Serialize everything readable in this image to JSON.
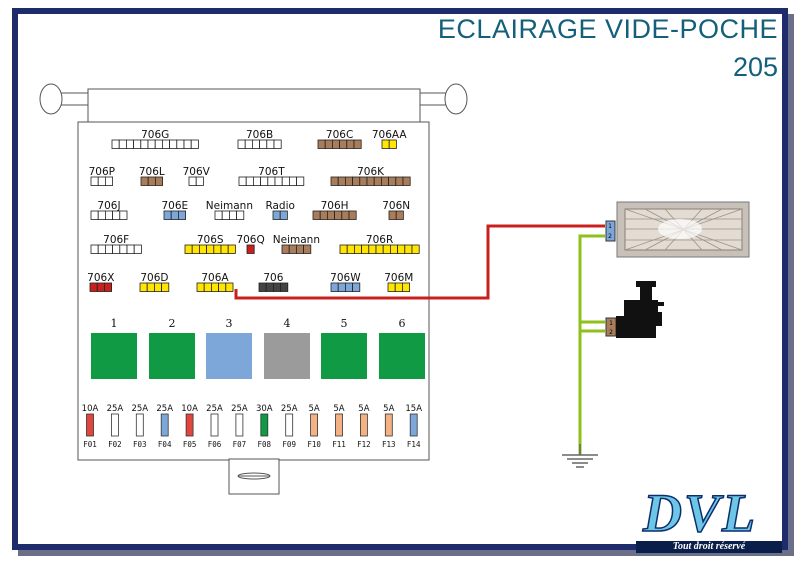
{
  "title": {
    "line1": "ECLAIRAGE VIDE-POCHE",
    "line2": "205"
  },
  "colors": {
    "frame": "#1f2c6b",
    "title": "#14607a",
    "wire_red": "#c8201c",
    "wire_green": "#8ec21b",
    "relay_green": "#0f9a43",
    "relay_blue": "#7da7d9",
    "relay_gray": "#9b9b9b"
  },
  "connectors": [
    {
      "label": "706G",
      "color": "#ffffff",
      "pins": 12
    },
    {
      "label": "706B",
      "color": "#ffffff",
      "pins": 6
    },
    {
      "label": "706C",
      "color": "#a97c5a",
      "pins": 6
    },
    {
      "label": "706AA",
      "color": "#ffe500",
      "pins": 2
    },
    {
      "label": "706P",
      "color": "#ffffff",
      "pins": 3
    },
    {
      "label": "706L",
      "color": "#a97c5a",
      "pins": 3
    },
    {
      "label": "706V",
      "color": "#ffffff",
      "pins": 2
    },
    {
      "label": "706T",
      "color": "#ffffff",
      "pins": 9
    },
    {
      "label": "706K",
      "color": "#a97c5a",
      "pins": 11
    },
    {
      "label": "706J",
      "color": "#ffffff",
      "pins": 5
    },
    {
      "label": "706E",
      "color": "#7da7d9",
      "pins": 3
    },
    {
      "label": "Neimann",
      "color": "#ffffff",
      "pins": 4
    },
    {
      "label": "Radio",
      "color": "#7da7d9",
      "pins": 2
    },
    {
      "label": "706H",
      "color": "#a97c5a",
      "pins": 6
    },
    {
      "label": "706N",
      "color": "#a97c5a",
      "pins": 2
    },
    {
      "label": "706F",
      "color": "#ffffff",
      "pins": 7
    },
    {
      "label": "706S",
      "color": "#ffe500",
      "pins": 7
    },
    {
      "label": "706Q",
      "color": "#c8201c",
      "pins": 1
    },
    {
      "label": "Neimann",
      "color": "#a97c5a",
      "pins": 4
    },
    {
      "label": "706R",
      "color": "#ffe500",
      "pins": 11
    },
    {
      "label": "706X",
      "color": "#c8201c",
      "pins": 3
    },
    {
      "label": "706D",
      "color": "#ffe500",
      "pins": 4
    },
    {
      "label": "706A",
      "color": "#ffe500",
      "pins": 5
    },
    {
      "label": "706",
      "color": "#444444",
      "pins": 4
    },
    {
      "label": "706W",
      "color": "#7da7d9",
      "pins": 4
    },
    {
      "label": "706M",
      "color": "#ffe500",
      "pins": 3
    }
  ],
  "relays": [
    {
      "label": "1",
      "color": "#0f9a43"
    },
    {
      "label": "2",
      "color": "#0f9a43"
    },
    {
      "label": "3",
      "color": "#7da7d9"
    },
    {
      "label": "4",
      "color": "#9b9b9b"
    },
    {
      "label": "5",
      "color": "#0f9a43"
    },
    {
      "label": "6",
      "color": "#0f9a43"
    }
  ],
  "fuses": [
    {
      "rating": "10A",
      "id": "F01",
      "color": "#e0463e"
    },
    {
      "rating": "25A",
      "id": "F02",
      "color": "#ffffff"
    },
    {
      "rating": "25A",
      "id": "F03",
      "color": "#ffffff"
    },
    {
      "rating": "25A",
      "id": "F04",
      "color": "#7da7d9"
    },
    {
      "rating": "10A",
      "id": "F05",
      "color": "#e0463e"
    },
    {
      "rating": "25A",
      "id": "F06",
      "color": "#ffffff"
    },
    {
      "rating": "25A",
      "id": "F07",
      "color": "#ffffff"
    },
    {
      "rating": "30A",
      "id": "F08",
      "color": "#0f9a43"
    },
    {
      "rating": "25A",
      "id": "F09",
      "color": "#ffffff"
    },
    {
      "rating": "5A",
      "id": "F10",
      "color": "#f4b183"
    },
    {
      "rating": "5A",
      "id": "F11",
      "color": "#f4b183"
    },
    {
      "rating": "5A",
      "id": "F12",
      "color": "#f4b183"
    },
    {
      "rating": "5A",
      "id": "F13",
      "color": "#f4b183"
    },
    {
      "rating": "15A",
      "id": "F14",
      "color": "#7da7d9"
    }
  ],
  "lamp_pins": [
    "1",
    "2"
  ],
  "switch_pins": [
    "1",
    "2"
  ],
  "logo": {
    "text": "DVL",
    "copyright": "Tout droit réservé"
  }
}
